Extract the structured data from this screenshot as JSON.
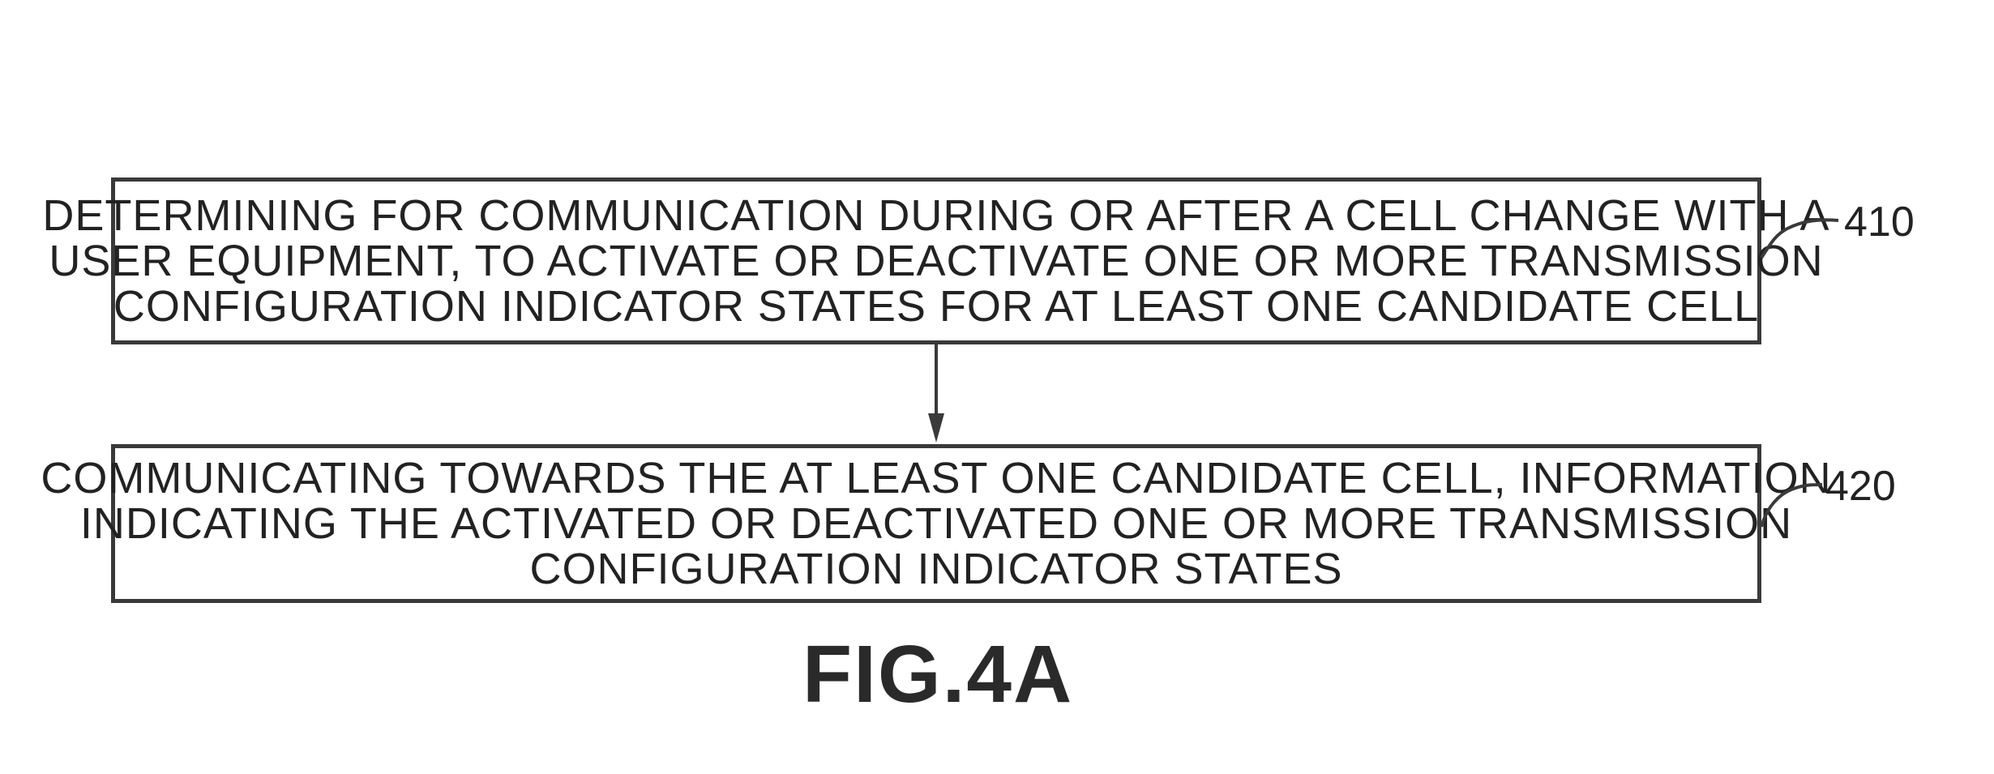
{
  "steps": [
    {
      "ref": "410",
      "lines": [
        "DETERMINING FOR COMMUNICATION DURING OR AFTER A CELL CHANGE WITH A",
        "USER EQUIPMENT, TO ACTIVATE OR DEACTIVATE ONE OR MORE TRANSMISSION",
        "CONFIGURATION INDICATOR STATES FOR AT LEAST ONE CANDIDATE CELL"
      ]
    },
    {
      "ref": "420",
      "lines": [
        "COMMUNICATING TOWARDS THE AT LEAST ONE CANDIDATE CELL, INFORMATION",
        "INDICATING THE ACTIVATED OR DEACTIVATED ONE OR MORE TRANSMISSION",
        "CONFIGURATION INDICATOR STATES"
      ]
    }
  ],
  "figure_label": "FIG.4A",
  "colors": {
    "line": "#3a3a3a",
    "text": "#222222",
    "background": "#ffffff"
  }
}
